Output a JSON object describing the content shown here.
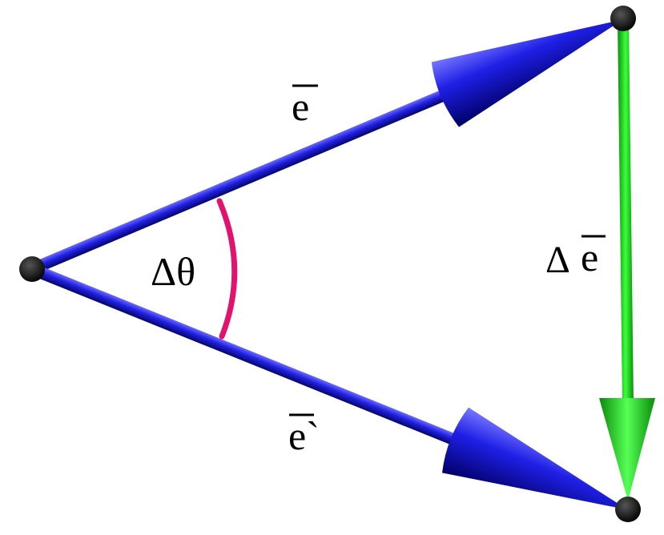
{
  "labels": {
    "e": "e",
    "e_prime": "e`",
    "delta_e_symbol": "Δ",
    "delta_e_letter": "e",
    "delta_theta": "Δθ"
  },
  "colors": {
    "vector_blue": "#1515d8",
    "delta_vector_green": "#1ee51e",
    "angle_arc": "#e3126f",
    "point": "#000000",
    "background": "#ffffff"
  }
}
